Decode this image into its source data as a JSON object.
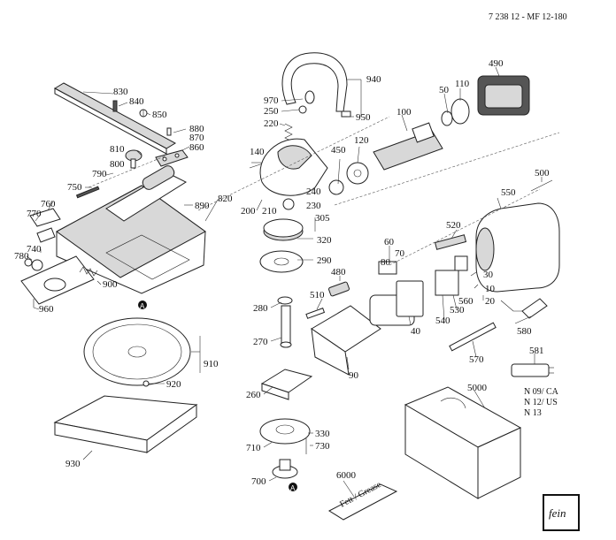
{
  "header": {
    "doc_code": "7 238 12 - MF 12-180"
  },
  "parts": {
    "p10": "10",
    "p20": "20",
    "p30": "30",
    "p40": "40",
    "p50": "50",
    "p60": "60",
    "p70": "70",
    "p80": "80",
    "p90": "90",
    "p100": "100",
    "p110": "110",
    "p120": "120",
    "p140": "140",
    "p200": "200",
    "p210": "210",
    "p220": "220",
    "p230": "230",
    "p240": "240",
    "p250": "250",
    "p260": "260",
    "p270": "270",
    "p280": "280",
    "p290": "290",
    "p305": "305",
    "p320": "320",
    "p330": "330",
    "p450": "450",
    "p480": "480",
    "p490": "490",
    "p500": "500",
    "p510": "510",
    "p520": "520",
    "p530": "530",
    "p540": "540",
    "p550": "550",
    "p560": "560",
    "p570": "570",
    "p580": "580",
    "p581": "581",
    "p700": "700",
    "p710": "710",
    "p730": "730",
    "p740": "740",
    "p750": "750",
    "p760": "760",
    "p770": "770",
    "p780": "780",
    "p790": "790",
    "p800": "800",
    "p810": "810",
    "p820": "820",
    "p830": "830",
    "p840": "840",
    "p850": "850",
    "p860": "860",
    "p870": "870",
    "p880": "880",
    "p890": "890",
    "p900": "900",
    "p910": "910",
    "p920": "920",
    "p930": "930",
    "p940": "940",
    "p950": "950",
    "p960": "960",
    "p970": "970",
    "p5000": "5000",
    "p6000": "6000"
  },
  "markers": {
    "a": "A"
  },
  "plug_notes": [
    "N 09/ CA",
    "N 12/ US",
    "N 13"
  ],
  "tube_label": "Fett / Grease",
  "logo_text": "fein"
}
